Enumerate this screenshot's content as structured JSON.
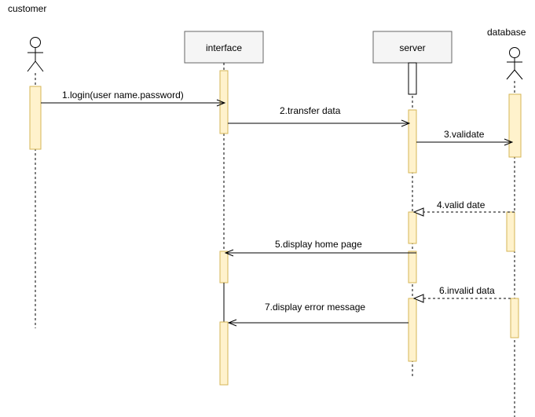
{
  "participants": {
    "customer": "customer",
    "interface": "interface",
    "server": "server",
    "database": "database"
  },
  "messages": [
    {
      "label": "1.login(user name.password)",
      "style": "solid",
      "arrow": "open"
    },
    {
      "label": "2.transfer data",
      "style": "solid",
      "arrow": "open"
    },
    {
      "label": "3.validate",
      "style": "solid",
      "arrow": "open"
    },
    {
      "label": "4.valid date",
      "style": "dashed",
      "arrow": "hollow-triangle"
    },
    {
      "label": "5.display home page",
      "style": "solid",
      "arrow": "open"
    },
    {
      "label": "6.invalid data",
      "style": "dashed",
      "arrow": "hollow-triangle"
    },
    {
      "label": "7.display error message",
      "style": "solid",
      "arrow": "open"
    }
  ],
  "colors": {
    "activation_fill": "#fff2cc",
    "activation_stroke": "#d6b656",
    "participant_fill": "#f5f5f5",
    "participant_stroke": "#666666"
  }
}
